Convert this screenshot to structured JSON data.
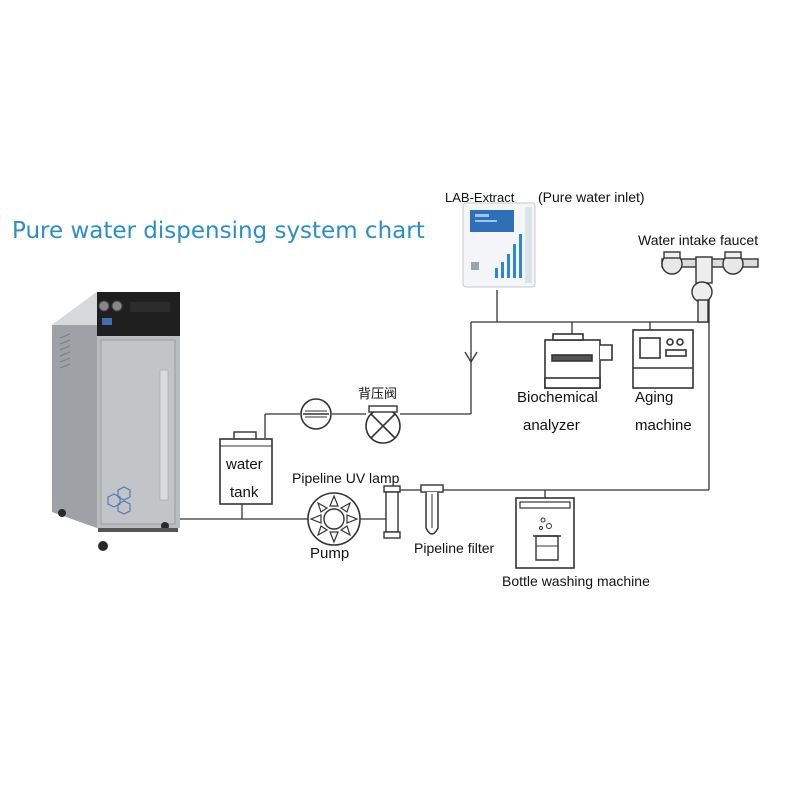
{
  "title": "Pure water dispensing system chart",
  "colors": {
    "title": "#2a8fc4",
    "line": "#333333",
    "cabinet": "#b9bcbf",
    "cabinet_dark": "#1f1f1f",
    "screen_blue": "#1f7fd0"
  },
  "device_small": {
    "brand": "LAB-Extract",
    "note": "(Pure water inlet)"
  },
  "labels": {
    "faucet": "Water intake faucet",
    "biochem_line1": "Biochemical",
    "biochem_line2": "analyzer",
    "aging_line1": "Aging",
    "aging_line2": "machine",
    "back_pressure_valve": "背压阀",
    "tank_line1": "water",
    "tank_line2": "tank",
    "uv_lamp": "Pipeline UV lamp",
    "pump": "Pump",
    "filter": "Pipeline filter",
    "bottle_washer": "Bottle washing machine"
  },
  "icons": {
    "cabinet": "water-purifier-cabinet-icon",
    "small_device": "lab-extract-device-icon",
    "faucet": "faucet-icon",
    "biochem": "biochemical-analyzer-icon",
    "aging": "aging-machine-icon",
    "valve": "check-valve-icon",
    "back_pressure": "back-pressure-valve-icon",
    "tank": "water-tank-icon",
    "pump": "pump-icon",
    "uv": "uv-lamp-icon",
    "filter": "pipeline-filter-icon",
    "washer": "bottle-washing-machine-icon"
  }
}
